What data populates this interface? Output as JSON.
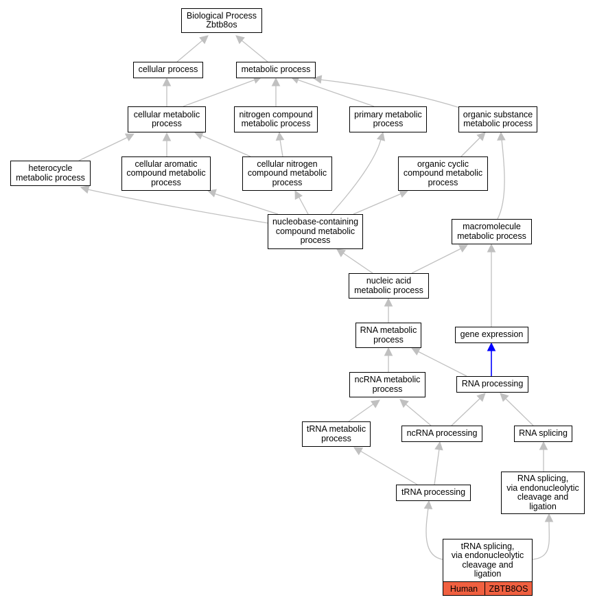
{
  "nodes": {
    "root": "Biological Process\nZbtb8os",
    "cellular_process": "cellular process",
    "metabolic_process": "metabolic process",
    "cellular_metabolic_process": "cellular metabolic\nprocess",
    "nitrogen_compound_metabolic_process": "nitrogen compound\nmetabolic process",
    "primary_metabolic_process": "primary metabolic\nprocess",
    "organic_substance_metabolic_process": "organic substance\nmetabolic process",
    "heterocycle_metabolic_process": "heterocycle\nmetabolic process",
    "cellular_aromatic_compound_metabolic_process": "cellular aromatic\ncompound metabolic\nprocess",
    "cellular_nitrogen_compound_metabolic_process": "cellular nitrogen\ncompound metabolic\nprocess",
    "organic_cyclic_compound_metabolic_process": "organic cyclic\ncompound metabolic\nprocess",
    "nucleobase_containing_compound_metabolic_process": "nucleobase-containing\ncompound metabolic\nprocess",
    "macromolecule_metabolic_process": "macromolecule\nmetabolic process",
    "nucleic_acid_metabolic_process": "nucleic acid\nmetabolic process",
    "rna_metabolic_process": "RNA metabolic\nprocess",
    "gene_expression": "gene expression",
    "ncrna_metabolic_process": "ncRNA metabolic\nprocess",
    "rna_processing": "RNA processing",
    "trna_metabolic_process": "tRNA metabolic\nprocess",
    "ncrna_processing": "ncRNA processing",
    "rna_splicing": "RNA splicing",
    "trna_processing": "tRNA processing",
    "rna_splicing_endonucleolytic": "RNA splicing,\nvia endonucleolytic\ncleavage and\nligation",
    "trna_splicing_endonucleolytic": "tRNA splicing,\nvia endonucleolytic\ncleavage and\nligation"
  },
  "legend": {
    "species": "Human",
    "gene": "ZBTB8OS"
  },
  "colors": {
    "edge": "#c0c0c0",
    "highlight_edge": "#0000ff",
    "legend_fill": "#f06040",
    "node_border": "#000000"
  }
}
